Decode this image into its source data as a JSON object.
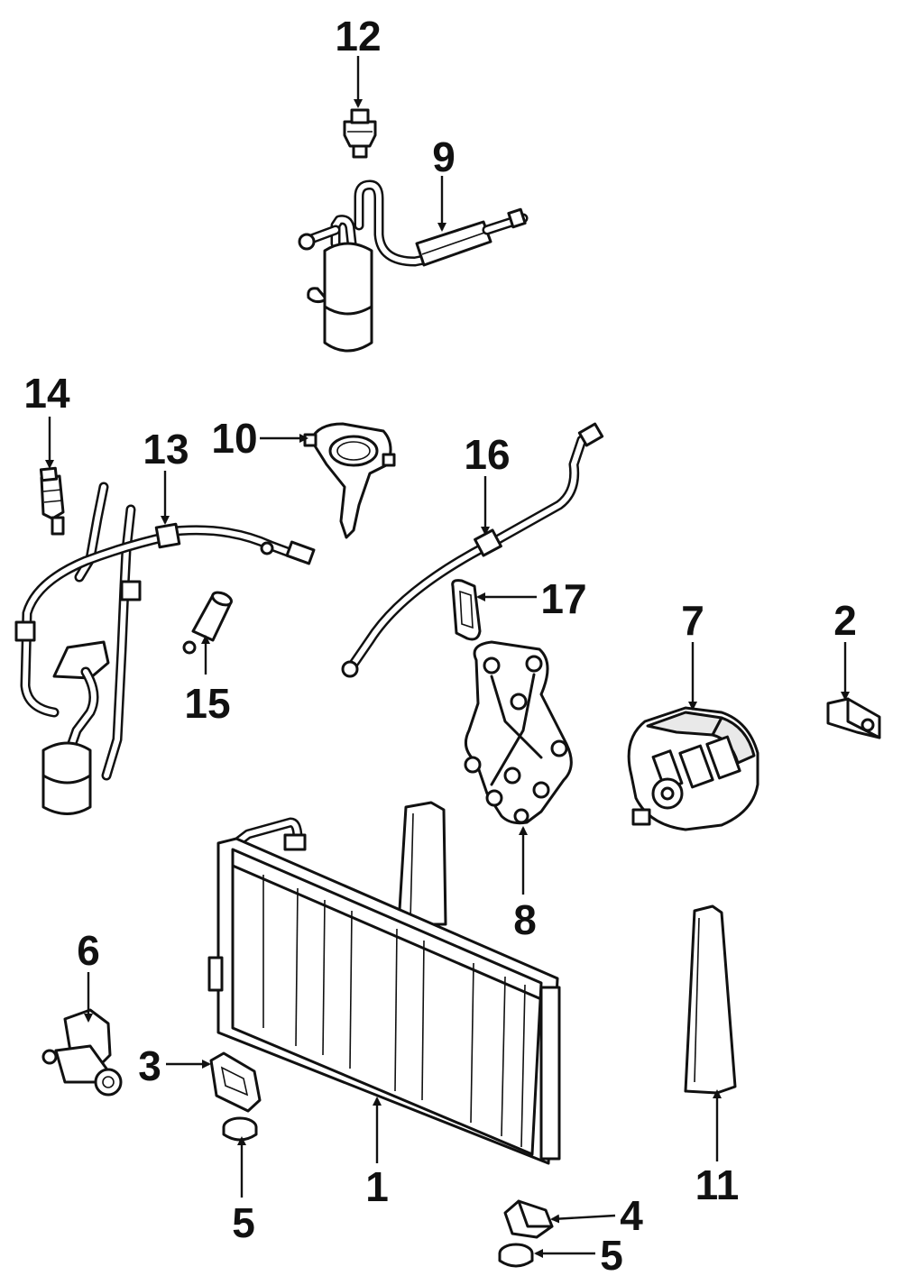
{
  "callouts": [
    {
      "id": "c1",
      "label": "1"
    },
    {
      "id": "c2",
      "label": "2"
    },
    {
      "id": "c3",
      "label": "3"
    },
    {
      "id": "c4",
      "label": "4"
    },
    {
      "id": "c5a",
      "label": "5"
    },
    {
      "id": "c5b",
      "label": "5"
    },
    {
      "id": "c6",
      "label": "6"
    },
    {
      "id": "c7",
      "label": "7"
    },
    {
      "id": "c8",
      "label": "8"
    },
    {
      "id": "c9",
      "label": "9"
    },
    {
      "id": "c10",
      "label": "10"
    },
    {
      "id": "c11",
      "label": "11"
    },
    {
      "id": "c12",
      "label": "12"
    },
    {
      "id": "c13",
      "label": "13"
    },
    {
      "id": "c14",
      "label": "14"
    },
    {
      "id": "c15",
      "label": "15"
    },
    {
      "id": "c16",
      "label": "16"
    },
    {
      "id": "c17",
      "label": "17"
    }
  ],
  "colors": {
    "ink": "#111111",
    "paper": "#ffffff"
  }
}
